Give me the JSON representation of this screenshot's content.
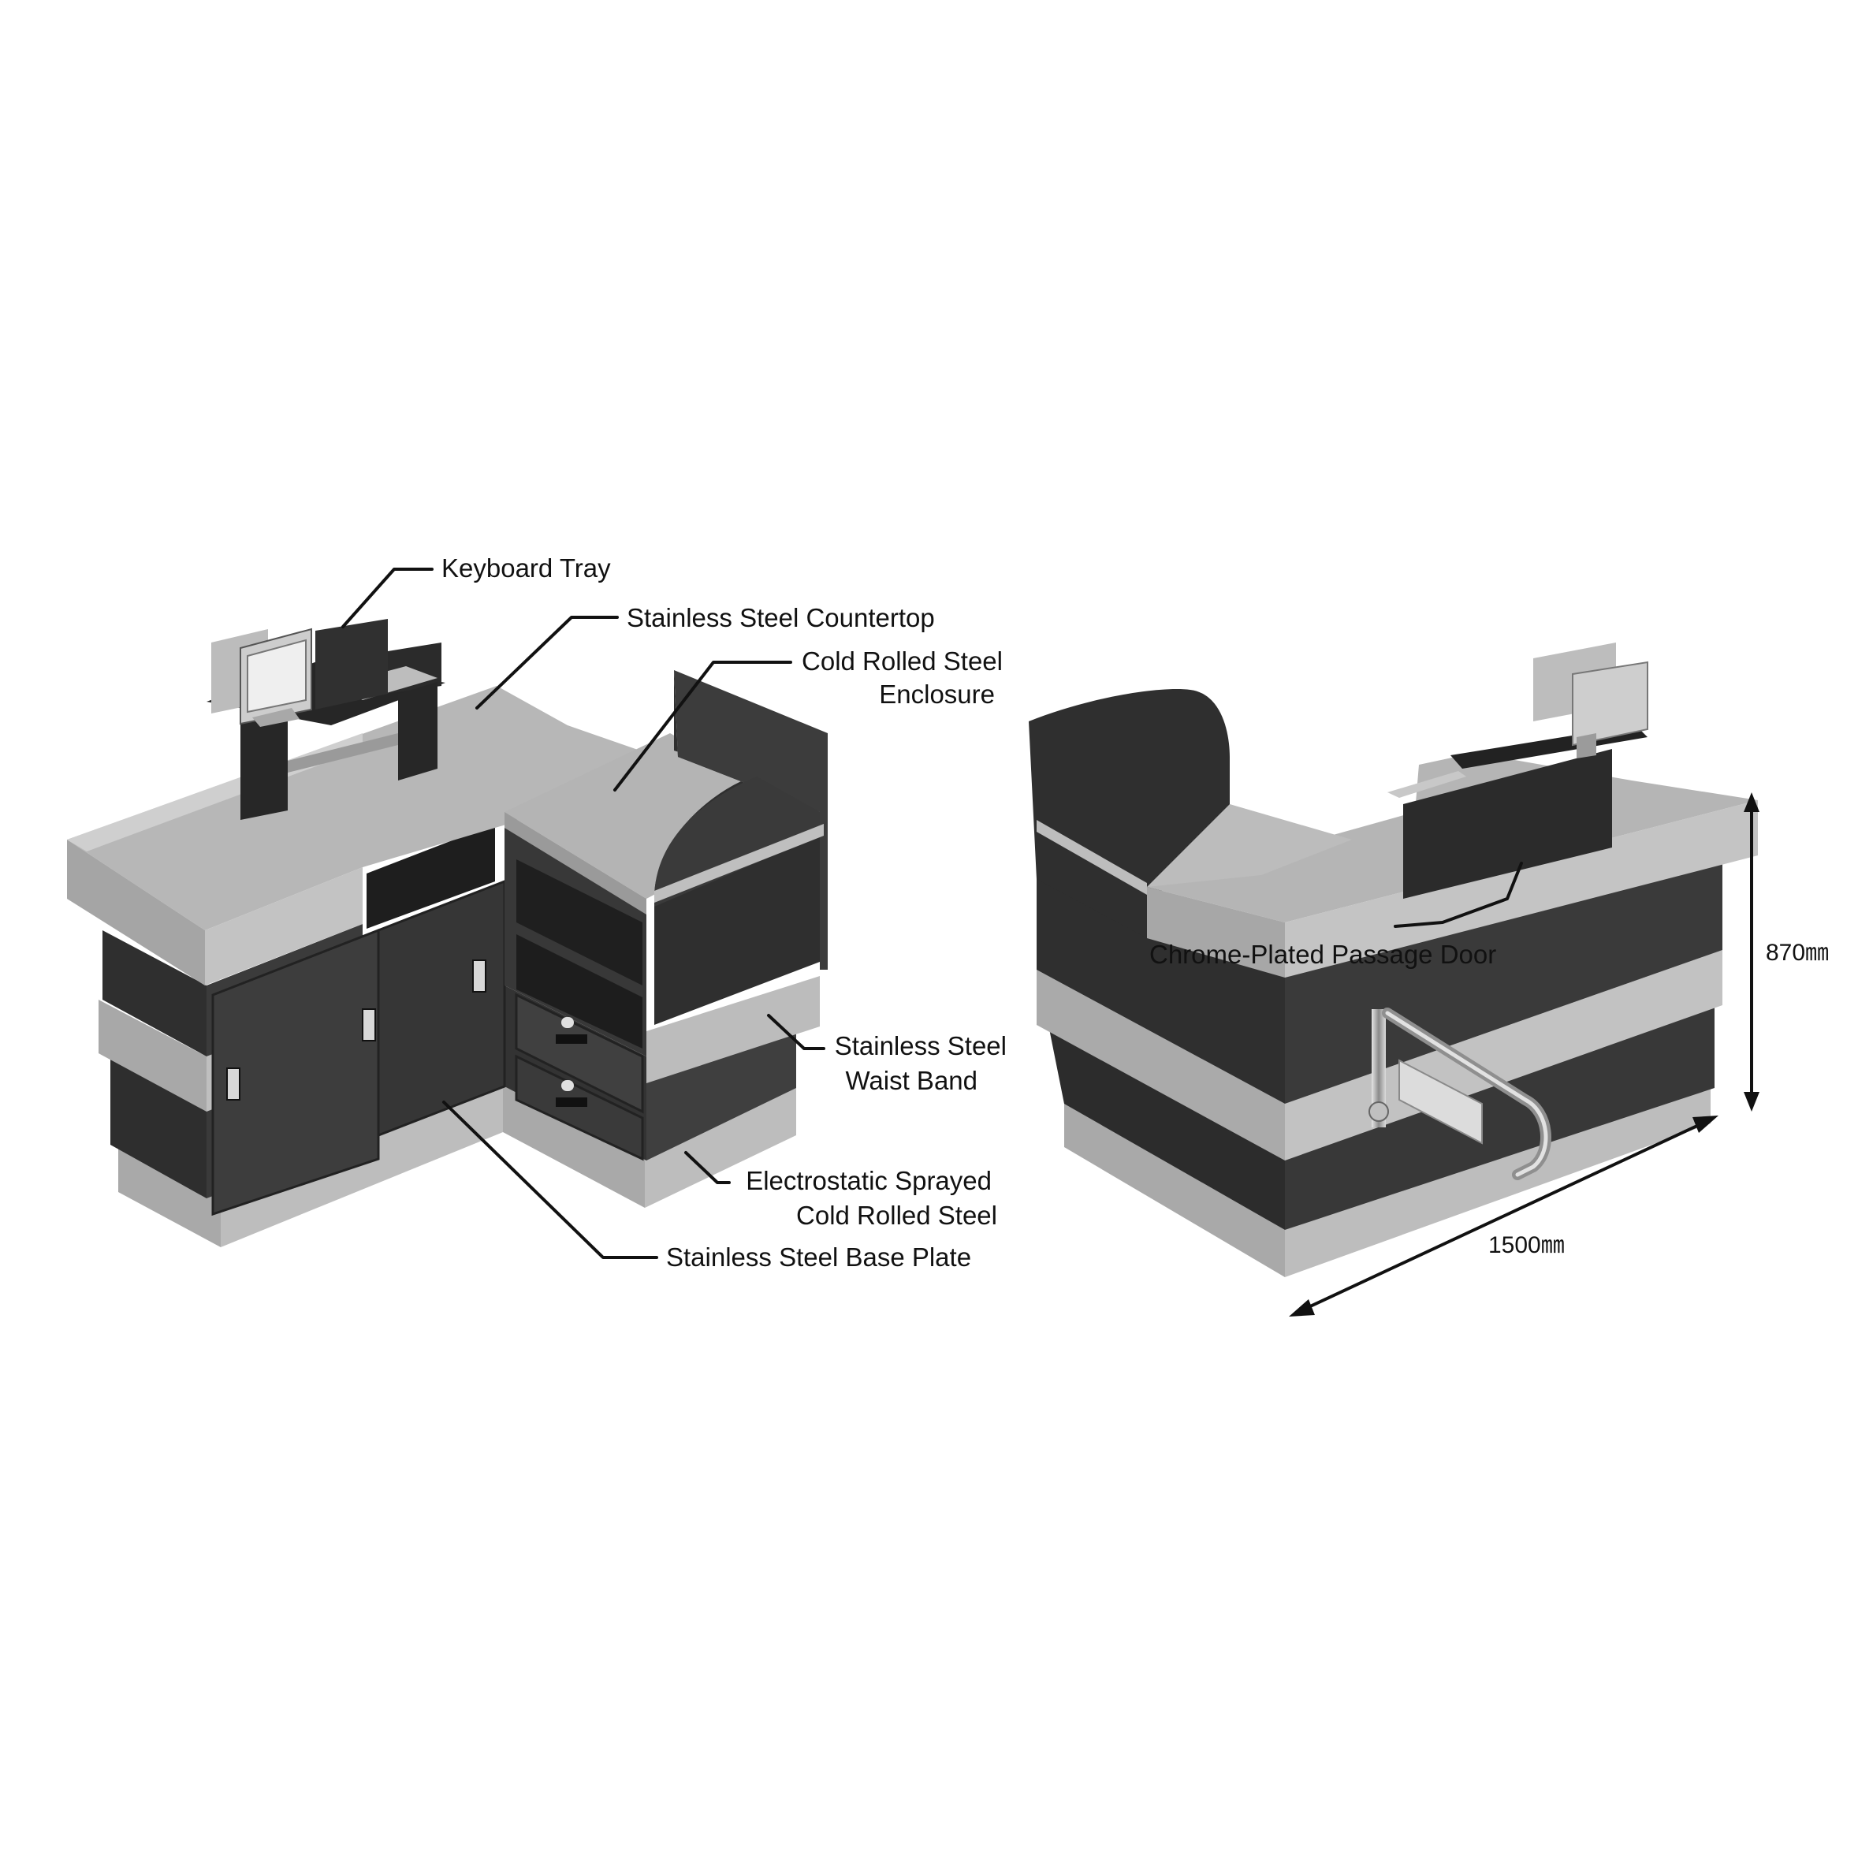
{
  "diagram": {
    "left_view": {
      "callouts": [
        {
          "id": "keyboard-tray",
          "lines": [
            "Keyboard Tray"
          ]
        },
        {
          "id": "countertop",
          "lines": [
            "Stainless Steel Countertop"
          ]
        },
        {
          "id": "enclosure",
          "lines": [
            "Cold Rolled Steel",
            "Enclosure"
          ]
        },
        {
          "id": "waist-band",
          "lines": [
            "Stainless Steel",
            "Waist Band"
          ]
        },
        {
          "id": "sprayed-steel",
          "lines": [
            "Electrostatic Sprayed",
            "Cold Rolled Steel"
          ]
        },
        {
          "id": "base-plate",
          "lines": [
            "Stainless Steel Base Plate"
          ]
        }
      ]
    },
    "right_view": {
      "callouts": [
        {
          "id": "passage-door",
          "lines": [
            "Chrome-Plated Passage Door"
          ]
        }
      ],
      "dimensions": {
        "height": "870㎜",
        "length": "1500㎜"
      }
    }
  },
  "colors": {
    "steel": "#b0b0b0",
    "steel_light": "#c8c8c8",
    "body_dark": "#3a3a3a",
    "body_darker": "#2a2a2a",
    "background": "#ffffff"
  }
}
